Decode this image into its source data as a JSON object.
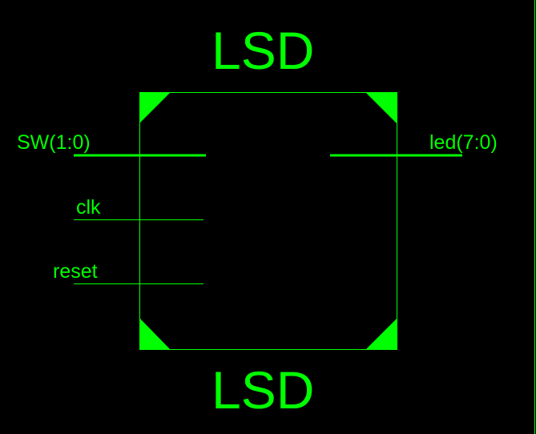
{
  "symbol": {
    "top_name": "LSD",
    "bottom_name": "LSD",
    "color": "#00FF00",
    "background": "#000000"
  },
  "inputs": [
    {
      "label": "SW(1:0)",
      "bus": true
    },
    {
      "label": "clk",
      "bus": false
    },
    {
      "label": "reset",
      "bus": false
    }
  ],
  "outputs": [
    {
      "label": "led(7:0)",
      "bus": true
    }
  ]
}
